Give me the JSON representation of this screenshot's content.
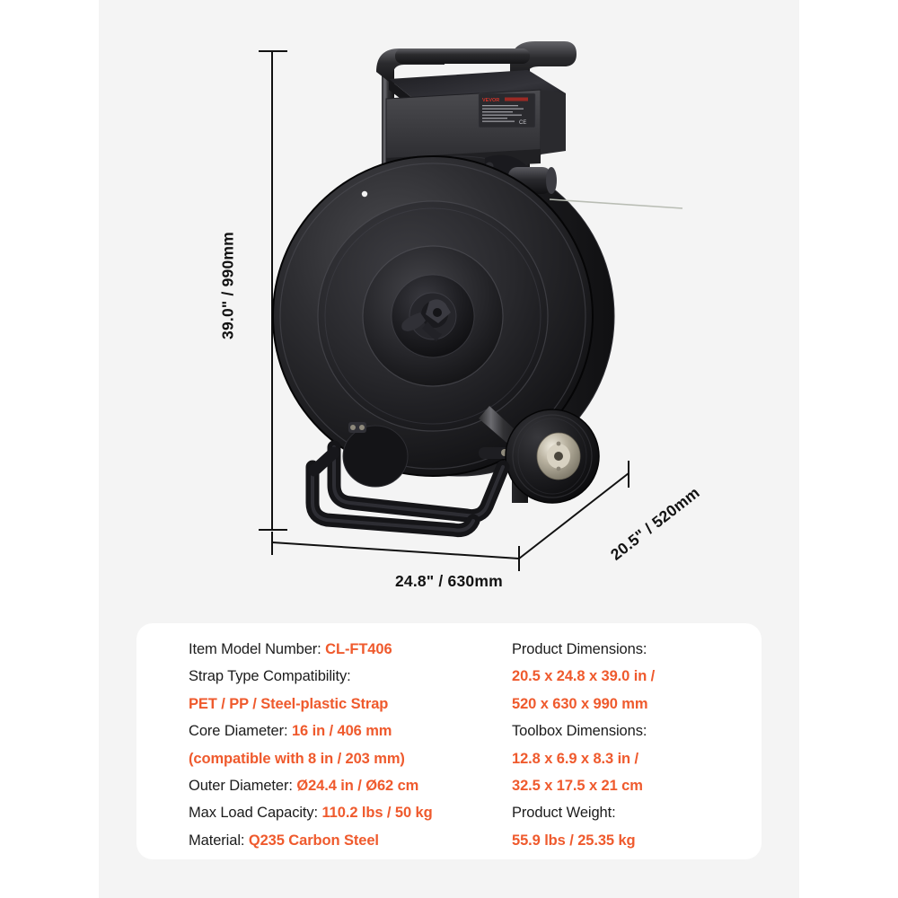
{
  "page": {
    "background_color": "#ffffff",
    "panel_color": "#f4f4f4",
    "accent_color": "#ef5a2d",
    "text_color": "#1c1c1c"
  },
  "product_image": {
    "alt_name": "strapping-cart",
    "brand_label_text": "VEVOR",
    "brand_label_color": "#d4342a"
  },
  "dimensions": {
    "height": "39.0\" / 990mm",
    "width": "24.8\" / 630mm",
    "depth": "20.5\" / 520mm"
  },
  "spec_card": {
    "left_column": [
      {
        "label": "Item Model Number: ",
        "value": "CL-FT406"
      },
      {
        "label": "Strap Type Compatibility:",
        "value": ""
      },
      {
        "label": "",
        "value": "PET / PP / Steel-plastic Strap"
      },
      {
        "label": "Core Diameter: ",
        "value": "16 in / 406 mm"
      },
      {
        "label": "",
        "value": "(compatible with 8 in / 203 mm)"
      },
      {
        "label": "Outer Diameter: ",
        "value": "Ø24.4 in / Ø62 cm"
      },
      {
        "label": "Max Load Capacity: ",
        "value": "110.2 lbs / 50 kg"
      },
      {
        "label": "Material: ",
        "value": "Q235 Carbon Steel"
      }
    ],
    "right_column": [
      {
        "label": "Product Dimensions:",
        "value": ""
      },
      {
        "label": "",
        "value": "20.5 x 24.8 x 39.0 in /"
      },
      {
        "label": "",
        "value": "520 x 630 x 990 mm"
      },
      {
        "label": "Toolbox Dimensions:",
        "value": ""
      },
      {
        "label": "",
        "value": "12.8 x 6.9 x 8.3 in /"
      },
      {
        "label": "",
        "value": "32.5 x 17.5 x 21 cm"
      },
      {
        "label": "Product Weight:",
        "value": ""
      },
      {
        "label": "",
        "value": "55.9 lbs / 25.35 kg"
      }
    ]
  }
}
